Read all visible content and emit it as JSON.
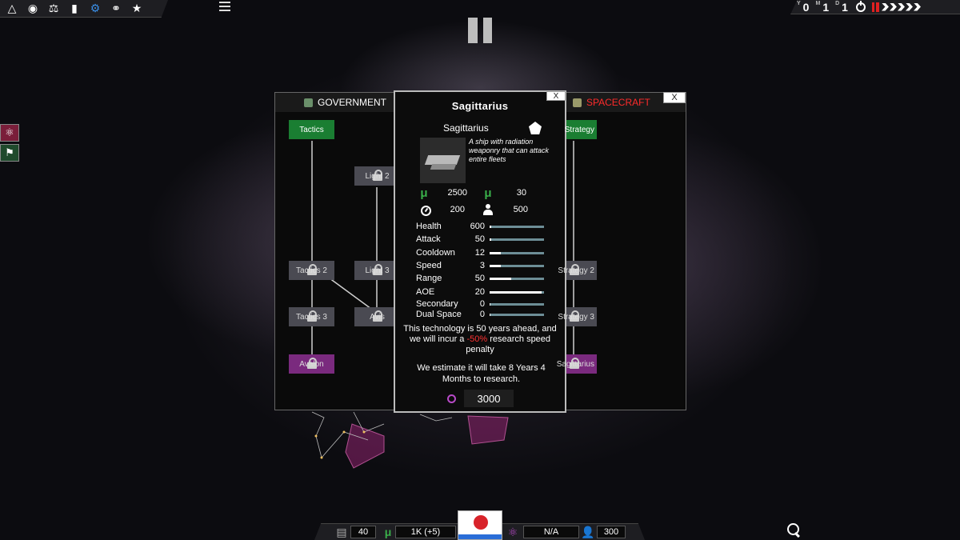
{
  "toolbar": {
    "icons": [
      "triangle-icon",
      "planet-icon",
      "scales-icon",
      "chart-icon",
      "gear-icon",
      "handshake-icon",
      "star-icon"
    ],
    "active_icon": "gear-icon"
  },
  "date": {
    "y_label": "Y",
    "y_value": "0",
    "m_label": "M",
    "m_value": "1",
    "d_label": "D",
    "d_value": "1"
  },
  "tree": {
    "tabs": {
      "government": "GOVERNMENT",
      "spacecraft": "SPACECRAFT"
    },
    "close_label": "X",
    "nodes": {
      "tactics": "Tactics",
      "light2": "Light 2",
      "tactics2": "Tactics 2",
      "light3": "Light 3",
      "tactics3": "Tactics 3",
      "avis": "Avis",
      "avalon": "Avalon",
      "strategy": "Strategy",
      "strategy2": "Strategy 2",
      "strategy3": "Strategy 3",
      "sagittarius": "Sagittarius"
    }
  },
  "popup": {
    "close_label": "X",
    "title": "Sagittarius",
    "ship_name": "Sagittarius",
    "description": "A ship with radiation weaponry that can attack entire fleets",
    "resources": {
      "cost": "2500",
      "upkeep": "30",
      "time": "200",
      "crew": "500"
    },
    "stats": [
      {
        "label": "Health",
        "value": "600",
        "fill": 0.03
      },
      {
        "label": "Attack",
        "value": "50",
        "fill": 0.03
      },
      {
        "label": "Cooldown",
        "value": "12",
        "fill": 0.2
      },
      {
        "label": "Speed",
        "value": "3",
        "fill": 0.2
      },
      {
        "label": "Range",
        "value": "50",
        "fill": 0.4
      },
      {
        "label": "AOE",
        "value": "20",
        "fill": 0.95
      },
      {
        "label": "Secondary",
        "value": "0",
        "fill": 0.02
      },
      {
        "label": "Dual Space",
        "value": "0",
        "fill": 0.02
      }
    ],
    "penalty_pre": "This technology is 50 years ahead, and we will incur a ",
    "penalty_value": "-50%",
    "penalty_post": " research speed penalty",
    "estimate": "We estimate it will take 8 Years 4 Months to research.",
    "research_cost": "3000"
  },
  "bottom": {
    "docs": "40",
    "money": "1K (+5)",
    "research": "N/A",
    "population": "300"
  },
  "colors": {
    "accent_green": "#1a7e32",
    "accent_purple": "#7a2a7e",
    "penalty_red": "#ff3333",
    "spacecraft_red": "#ff2b2b"
  }
}
